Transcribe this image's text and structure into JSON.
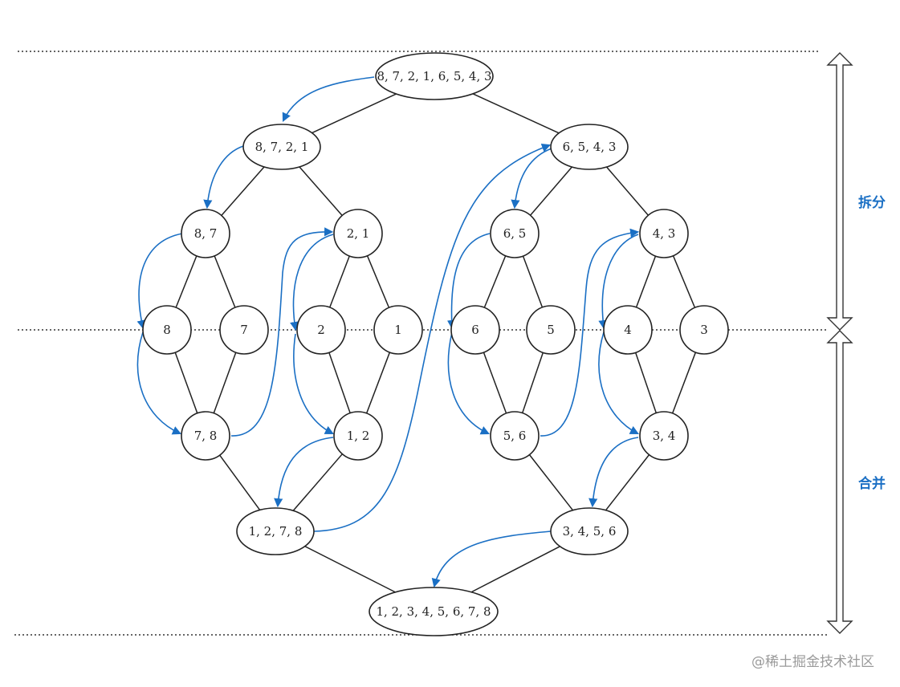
{
  "diagram": {
    "nodes": [
      {
        "id": "root",
        "label": "8, 7, 2, 1, 6, 5, 4, 3"
      },
      {
        "id": "L",
        "label": "8, 7, 2, 1"
      },
      {
        "id": "R",
        "label": "6, 5, 4, 3"
      },
      {
        "id": "L1",
        "label": "8, 7"
      },
      {
        "id": "L2",
        "label": "2, 1"
      },
      {
        "id": "R1",
        "label": "6, 5"
      },
      {
        "id": "R2",
        "label": "4, 3"
      },
      {
        "id": "n8",
        "label": "8"
      },
      {
        "id": "n7",
        "label": "7"
      },
      {
        "id": "n2",
        "label": "2"
      },
      {
        "id": "n1",
        "label": "1"
      },
      {
        "id": "n6",
        "label": "6"
      },
      {
        "id": "n5",
        "label": "5"
      },
      {
        "id": "n4",
        "label": "4"
      },
      {
        "id": "n3",
        "label": "3"
      },
      {
        "id": "m78",
        "label": "7, 8"
      },
      {
        "id": "m12",
        "label": "1, 2"
      },
      {
        "id": "m56",
        "label": "5, 6"
      },
      {
        "id": "m34",
        "label": "3, 4"
      },
      {
        "id": "mL",
        "label": "1, 2, 7, 8"
      },
      {
        "id": "mR",
        "label": "3, 4, 5, 6"
      },
      {
        "id": "result",
        "label": "1, 2, 3, 4, 5, 6, 7, 8"
      }
    ],
    "edges": [
      [
        "root",
        "L"
      ],
      [
        "root",
        "R"
      ],
      [
        "L",
        "L1"
      ],
      [
        "L",
        "L2"
      ],
      [
        "R",
        "R1"
      ],
      [
        "R",
        "R2"
      ],
      [
        "L1",
        "n8"
      ],
      [
        "L1",
        "n7"
      ],
      [
        "L2",
        "n2"
      ],
      [
        "L2",
        "n1"
      ],
      [
        "R1",
        "n6"
      ],
      [
        "R1",
        "n5"
      ],
      [
        "R2",
        "n4"
      ],
      [
        "R2",
        "n3"
      ],
      [
        "n8",
        "m78"
      ],
      [
        "n7",
        "m78"
      ],
      [
        "n2",
        "m12"
      ],
      [
        "n1",
        "m12"
      ],
      [
        "n6",
        "m56"
      ],
      [
        "n5",
        "m56"
      ],
      [
        "n4",
        "m34"
      ],
      [
        "n3",
        "m34"
      ],
      [
        "m78",
        "mL"
      ],
      [
        "m12",
        "mL"
      ],
      [
        "m56",
        "mR"
      ],
      [
        "m34",
        "mR"
      ],
      [
        "mL",
        "result"
      ],
      [
        "mR",
        "result"
      ]
    ],
    "flow_order": [
      "root",
      "L",
      "L1",
      "n8",
      "m78",
      "L2",
      "n2",
      "m12",
      "mL",
      "R",
      "R1",
      "n6",
      "m56",
      "R2",
      "n4",
      "m34",
      "mR",
      "result"
    ],
    "phases": {
      "split": "拆分",
      "merge": "合并"
    },
    "colors": {
      "node_stroke": "#222222",
      "edge": "#222222",
      "flow_arrow": "#1a6fc4",
      "phase_label": "#1a6fc4",
      "dotted_line": "#333333"
    }
  },
  "watermark": "@稀土掘金技术社区"
}
